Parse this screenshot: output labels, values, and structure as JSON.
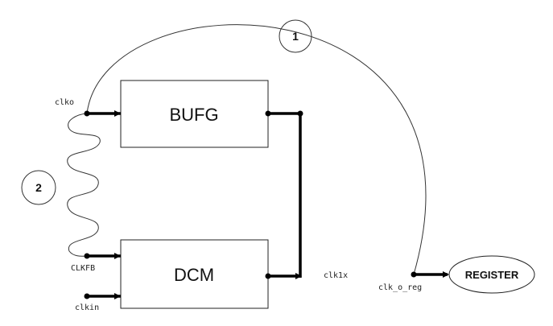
{
  "diagram": {
    "blocks": {
      "bufg": "BUFG",
      "dcm": "DCM",
      "register": "REGISTER"
    },
    "signals": {
      "clko": "clko",
      "clkfb": "CLKFB",
      "clkin": "clkin",
      "clk1x": "clk1x",
      "clk_o_reg": "clk_o_reg"
    },
    "paths": {
      "path_1": "1",
      "path_2": "2"
    }
  }
}
